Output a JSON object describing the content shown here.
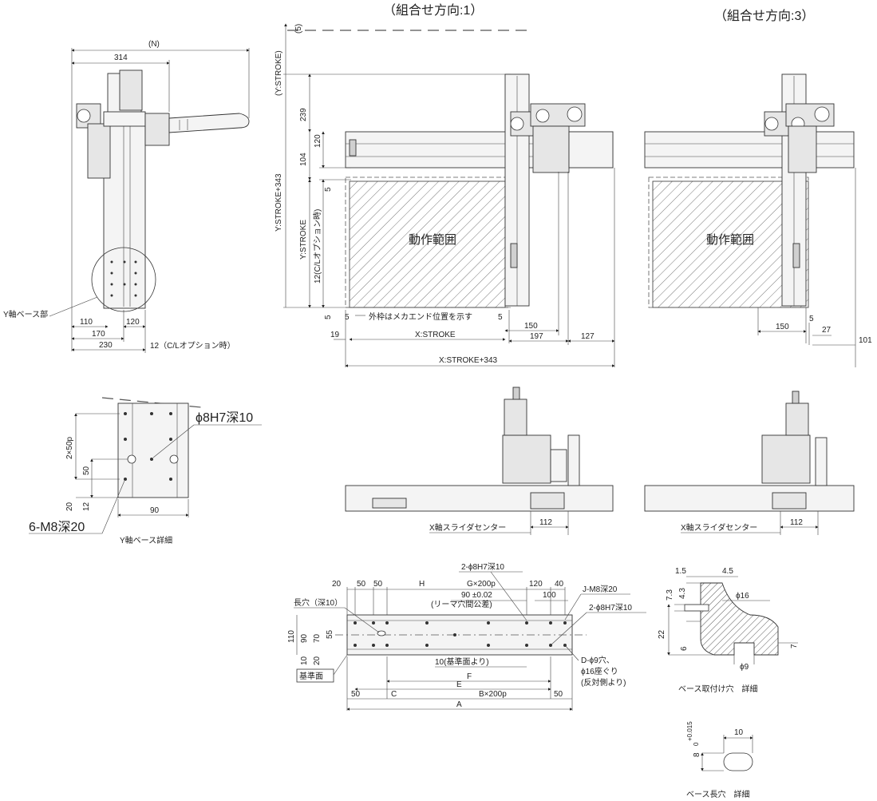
{
  "views": {
    "dir1_title": "（組合せ方向:1）",
    "dir3_title": "（組合せ方向:3）",
    "range_label_1": "動作範囲",
    "range_label_3": "動作範囲"
  },
  "side_view": {
    "dim_n": "(N)",
    "dim_314": "314",
    "dim_110": "110",
    "dim_120": "120",
    "dim_170": "170",
    "dim_230": "230",
    "dim_cl": "12（C/Lオプション時）",
    "y_base_label": "Y軸ベース部"
  },
  "front_view": {
    "dim_5_top": "(5)",
    "dim_ystroke_top": "(Y:STROKE)",
    "dim_239": "239",
    "dim_ystroke343": "Y:STROKE+343",
    "dim_120": "120",
    "dim_104": "104",
    "dim_5_mid": "5",
    "dim_ystroke": "Y:STROKE",
    "dim_cl": "12(C/Lオプション時)",
    "dim_5_bot": "5",
    "frame_note": "外枠はメカエンド位置を示す",
    "dim_5_left": "5",
    "dim_5_right": "5",
    "dim_19": "19",
    "dim_xstroke": "X:STROKE",
    "dim_150": "150",
    "dim_197": "197",
    "dim_127": "127",
    "dim_xstroke343": "X:STROKE+343"
  },
  "dir3_view": {
    "dim_150": "150",
    "dim_5": "5",
    "dim_27": "27",
    "dim_101": "101"
  },
  "y_base_detail": {
    "dim_2x50p": "2×50p",
    "dim_50": "50",
    "dim_20": "20",
    "dim_12": "12",
    "dim_90": "90",
    "callout_h7": "ϕ8H7深10",
    "callout_m8": "6-M8深20",
    "title": "Y軸ベース詳細"
  },
  "slider_views": {
    "label_1": "X軸スライダセンター",
    "dim_112_1": "112",
    "label_3": "X軸スライダセンター",
    "dim_112_3": "112"
  },
  "base_plan": {
    "dim_20": "20",
    "dim_50a": "50",
    "dim_50b": "50",
    "dim_h": "H",
    "dim_g": "G×200p",
    "dim_120": "120",
    "dim_40": "40",
    "dim_90": "90 ±0.02",
    "dim_100": "100",
    "note_reamer": "(リーマ穴間公差)",
    "callout_2phi": "2-ϕ8H7深10",
    "callout_jm8": "J-M8深20",
    "callout_2phi_r": "2-ϕ8H7深10",
    "callout_slot": "長穴（深10）",
    "dim_110": "110",
    "dim_90v": "90",
    "dim_70": "70",
    "dim_55": "55",
    "dim_10": "10",
    "dim_20v": "20",
    "ref_face": "基準面",
    "note_10": "10(基準面より)",
    "callout_d": "D-ϕ9穴、",
    "callout_d2": "ϕ16座ぐり",
    "callout_d3": "(反対側より)",
    "dim_f": "F",
    "dim_e": "E",
    "dim_50c": "50",
    "dim_c": "C",
    "dim_b": "B×200p",
    "dim_50d": "50",
    "dim_a": "A"
  },
  "mount_detail": {
    "dim_15": "1.5",
    "dim_45": "4.5",
    "dim_73": "7.3",
    "dim_43": "4.3",
    "dim_phi16": "ϕ16",
    "dim_22": "22",
    "dim_6": "6",
    "dim_7": "7",
    "dim_phi9": "ϕ9",
    "title": "ベース取付け穴　詳細"
  },
  "slot_detail": {
    "dim_8": "8",
    "dim_tol": "+0.015",
    "dim_tol0": "0",
    "dim_10": "10",
    "title": "ベース長穴　詳細"
  }
}
